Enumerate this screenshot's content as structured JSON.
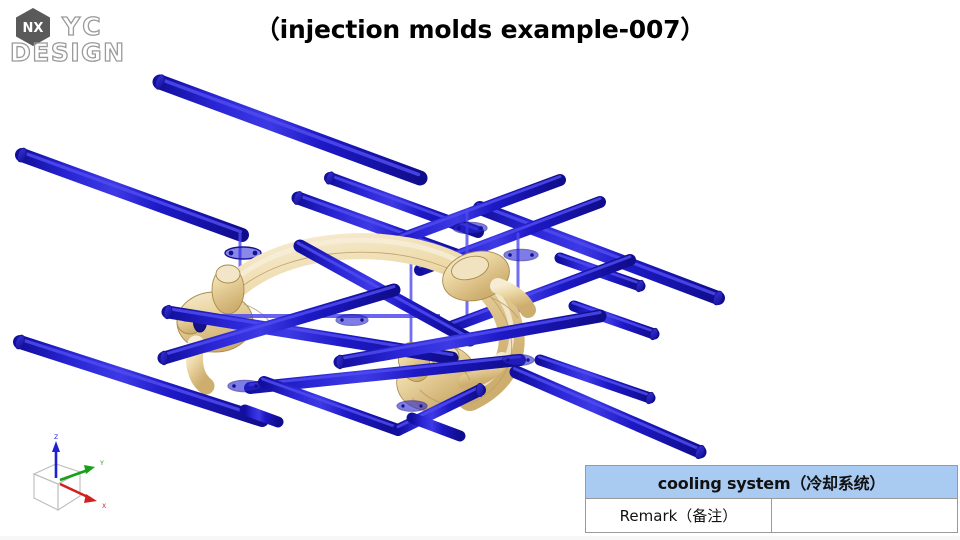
{
  "slide": {
    "title": "（injection molds example-007）",
    "background_color": "#ffffff"
  },
  "logo": {
    "badge_text": "NX",
    "brand_line1": "YC",
    "brand_line2": "DESIGN",
    "badge_color": "#5a5a5a",
    "text_color": "#8f8f8f"
  },
  "viewport": {
    "model_name": "cooling-channel-assembly",
    "pipe_color": "#1a16c8",
    "pipe_shade_color": "#120f9e",
    "pipe_highlight_color": "#3d39e0",
    "part_color": "#ecd9a6",
    "part_shade_color": "#d8bf82",
    "part_highlight_color": "#f6ead0",
    "edge_color": "#1a1a3a"
  },
  "triad": {
    "label_x": "X",
    "label_y": "Y",
    "label_z": "Z",
    "color_x": "#d02020",
    "color_y": "#18a018",
    "color_z": "#2020d0",
    "cube_color": "#b9b9b9"
  },
  "info_table": {
    "header": "cooling system（冷却系统）",
    "header_bg": "#a9cbf2",
    "rows": [
      {
        "label": "Remark（备注）",
        "value": ""
      }
    ]
  }
}
